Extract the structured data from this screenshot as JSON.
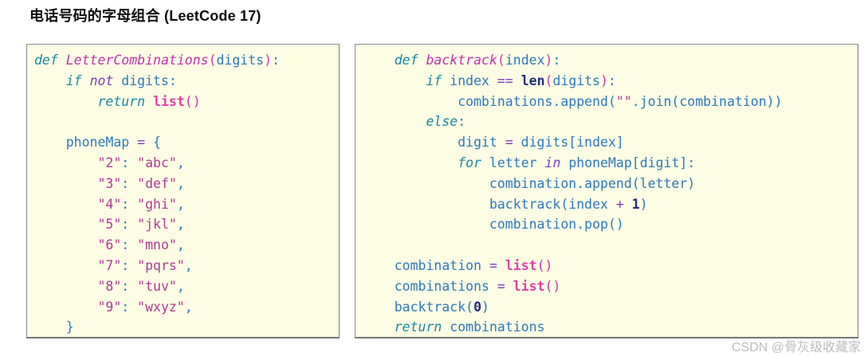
{
  "page": {
    "title": "电话号码的字母组合 (LeetCode 17)",
    "watermark": "CSDN @骨灰级收藏家"
  },
  "colors": {
    "panel_background": "#fdfde4",
    "panel_border": "#8e8e8e",
    "keyword_teal": "#1689a6",
    "keyword_purple": "#7a3fc0",
    "operator_purple": "#7a3fc0",
    "function_name_magenta": "#c032b2",
    "builtin_pink": "#e03fa8",
    "number_dark_navy": "#1d2c7d",
    "string_mauve": "#ae3a96",
    "identifier_blue": "#2b79be",
    "title_text": "#0d0d0d",
    "watermark_gray": "#bcbcbc"
  },
  "code_panels": [
    {
      "name": "letter-combinations-definition",
      "lines": [
        [
          {
            "c": "kw",
            "t": "def"
          },
          {
            "c": "id",
            "t": " "
          },
          {
            "c": "fn",
            "t": "LetterCombinations"
          },
          {
            "c": "fp",
            "t": "("
          },
          {
            "c": "id",
            "t": "digits"
          },
          {
            "c": "fp",
            "t": ")"
          },
          {
            "c": "id",
            "t": ":"
          }
        ],
        [
          {
            "c": "id",
            "t": "    "
          },
          {
            "c": "kw",
            "t": "if"
          },
          {
            "c": "id",
            "t": " "
          },
          {
            "c": "kw2",
            "t": "not"
          },
          {
            "c": "id",
            "t": " digits:"
          }
        ],
        [
          {
            "c": "id",
            "t": "        "
          },
          {
            "c": "kw",
            "t": "return"
          },
          {
            "c": "id",
            "t": " "
          },
          {
            "c": "bi",
            "t": "list"
          },
          {
            "c": "fp",
            "t": "()"
          }
        ],
        [],
        [
          {
            "c": "id",
            "t": "    phoneMap "
          },
          {
            "c": "op",
            "t": "="
          },
          {
            "c": "id",
            "t": " {"
          }
        ],
        [
          {
            "c": "id",
            "t": "        "
          },
          {
            "c": "str",
            "t": "\"2\""
          },
          {
            "c": "id",
            "t": ": "
          },
          {
            "c": "str",
            "t": "\"abc\""
          },
          {
            "c": "id",
            "t": ","
          }
        ],
        [
          {
            "c": "id",
            "t": "        "
          },
          {
            "c": "str",
            "t": "\"3\""
          },
          {
            "c": "id",
            "t": ": "
          },
          {
            "c": "str",
            "t": "\"def\""
          },
          {
            "c": "id",
            "t": ","
          }
        ],
        [
          {
            "c": "id",
            "t": "        "
          },
          {
            "c": "str",
            "t": "\"4\""
          },
          {
            "c": "id",
            "t": ": "
          },
          {
            "c": "str",
            "t": "\"ghi\""
          },
          {
            "c": "id",
            "t": ","
          }
        ],
        [
          {
            "c": "id",
            "t": "        "
          },
          {
            "c": "str",
            "t": "\"5\""
          },
          {
            "c": "id",
            "t": ": "
          },
          {
            "c": "str",
            "t": "\"jkl\""
          },
          {
            "c": "id",
            "t": ","
          }
        ],
        [
          {
            "c": "id",
            "t": "        "
          },
          {
            "c": "str",
            "t": "\"6\""
          },
          {
            "c": "id",
            "t": ": "
          },
          {
            "c": "str",
            "t": "\"mno\""
          },
          {
            "c": "id",
            "t": ","
          }
        ],
        [
          {
            "c": "id",
            "t": "        "
          },
          {
            "c": "str",
            "t": "\"7\""
          },
          {
            "c": "id",
            "t": ": "
          },
          {
            "c": "str",
            "t": "\"pqrs\""
          },
          {
            "c": "id",
            "t": ","
          }
        ],
        [
          {
            "c": "id",
            "t": "        "
          },
          {
            "c": "str",
            "t": "\"8\""
          },
          {
            "c": "id",
            "t": ": "
          },
          {
            "c": "str",
            "t": "\"tuv\""
          },
          {
            "c": "id",
            "t": ","
          }
        ],
        [
          {
            "c": "id",
            "t": "        "
          },
          {
            "c": "str",
            "t": "\"9\""
          },
          {
            "c": "id",
            "t": ": "
          },
          {
            "c": "str",
            "t": "\"wxyz\""
          },
          {
            "c": "id",
            "t": ","
          }
        ],
        [
          {
            "c": "id",
            "t": "    }"
          }
        ]
      ]
    },
    {
      "name": "backtrack-definition-and-driver",
      "lines": [
        [
          {
            "c": "id",
            "t": "    "
          },
          {
            "c": "kw",
            "t": "def"
          },
          {
            "c": "id",
            "t": " "
          },
          {
            "c": "fn",
            "t": "backtrack"
          },
          {
            "c": "fp",
            "t": "("
          },
          {
            "c": "id",
            "t": "index"
          },
          {
            "c": "fp",
            "t": ")"
          },
          {
            "c": "id",
            "t": ":"
          }
        ],
        [
          {
            "c": "id",
            "t": "        "
          },
          {
            "c": "kw",
            "t": "if"
          },
          {
            "c": "id",
            "t": " index "
          },
          {
            "c": "op",
            "t": "=="
          },
          {
            "c": "id",
            "t": " "
          },
          {
            "c": "num",
            "t": "len"
          },
          {
            "c": "fp",
            "t": "("
          },
          {
            "c": "id",
            "t": "digits"
          },
          {
            "c": "fp",
            "t": ")"
          },
          {
            "c": "id",
            "t": ":"
          }
        ],
        [
          {
            "c": "id",
            "t": "            combinations.append("
          },
          {
            "c": "str",
            "t": "\"\""
          },
          {
            "c": "id",
            "t": ".join(combination))"
          }
        ],
        [
          {
            "c": "id",
            "t": "        "
          },
          {
            "c": "kw",
            "t": "else"
          },
          {
            "c": "id",
            "t": ":"
          }
        ],
        [
          {
            "c": "id",
            "t": "            digit "
          },
          {
            "c": "op",
            "t": "="
          },
          {
            "c": "id",
            "t": " digits[index]"
          }
        ],
        [
          {
            "c": "id",
            "t": "            "
          },
          {
            "c": "kw",
            "t": "for"
          },
          {
            "c": "id",
            "t": " letter "
          },
          {
            "c": "kw2",
            "t": "in"
          },
          {
            "c": "id",
            "t": " phoneMap[digit]:"
          }
        ],
        [
          {
            "c": "id",
            "t": "                combination.append(letter)"
          }
        ],
        [
          {
            "c": "id",
            "t": "                backtrack(index "
          },
          {
            "c": "op",
            "t": "+"
          },
          {
            "c": "id",
            "t": " "
          },
          {
            "c": "num",
            "t": "1"
          },
          {
            "c": "id",
            "t": ")"
          }
        ],
        [
          {
            "c": "id",
            "t": "                combination.pop()"
          }
        ],
        [],
        [
          {
            "c": "id",
            "t": "    combination "
          },
          {
            "c": "op",
            "t": "="
          },
          {
            "c": "id",
            "t": " "
          },
          {
            "c": "bi",
            "t": "list"
          },
          {
            "c": "fp",
            "t": "()"
          }
        ],
        [
          {
            "c": "id",
            "t": "    combinations "
          },
          {
            "c": "op",
            "t": "="
          },
          {
            "c": "id",
            "t": " "
          },
          {
            "c": "bi",
            "t": "list"
          },
          {
            "c": "fp",
            "t": "()"
          }
        ],
        [
          {
            "c": "id",
            "t": "    backtrack("
          },
          {
            "c": "num",
            "t": "0"
          },
          {
            "c": "id",
            "t": ")"
          }
        ],
        [
          {
            "c": "id",
            "t": "    "
          },
          {
            "c": "kw",
            "t": "return"
          },
          {
            "c": "id",
            "t": " combinations"
          }
        ]
      ]
    }
  ]
}
